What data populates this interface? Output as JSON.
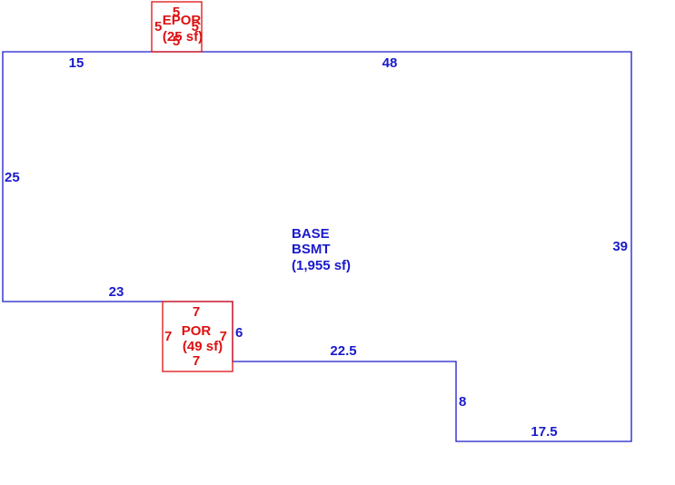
{
  "colors": {
    "base_outline": "#1a1acc",
    "porch_outline": "#dd1111",
    "background": "#ffffff"
  },
  "base": {
    "name_line1": "BASE",
    "name_line2": "BSMT",
    "area": "(1,955 sf)",
    "dims": {
      "top_left": "15",
      "top_right": "48",
      "left": "25",
      "right": "39",
      "mid_horizontal": "23",
      "step_vertical": "6",
      "lower_horizontal": "22.5",
      "notch_vertical": "8",
      "bottom": "17.5"
    }
  },
  "epor": {
    "name": "EPOR",
    "area": "(25 sf)",
    "dims": {
      "top": "5",
      "bottom": "5",
      "left": "5",
      "right": "5"
    }
  },
  "por": {
    "name": "POR",
    "area": "(49 sf)",
    "dims": {
      "top": "7",
      "bottom": "7",
      "left": "7",
      "right": "7"
    }
  }
}
